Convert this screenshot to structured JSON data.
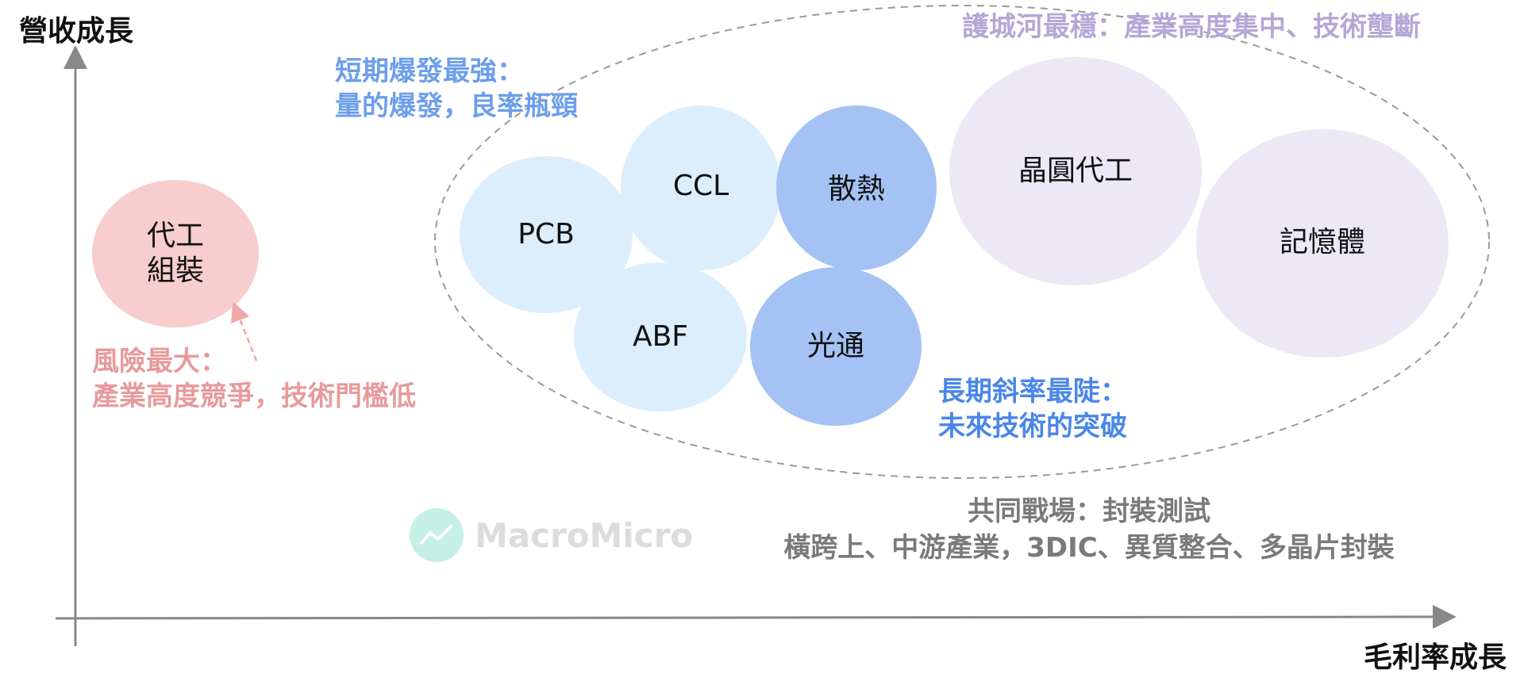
{
  "axes": {
    "y_label": "營收成長",
    "x_label": "毛利率成長"
  },
  "notes": {
    "moat": "護城河最穩：產業高度集中、技術壟斷",
    "short_term_line1": "短期爆發最強：",
    "short_term_line2": "量的爆發，良率瓶頸",
    "risk_line1": "風險最大：",
    "risk_line2": "產業高度競爭，技術門檻低",
    "long_term_line1": "長期斜率最陡：",
    "long_term_line2": "未來技術的突破"
  },
  "bubbles": {
    "oem_line1": "代工",
    "oem_line2": "組裝",
    "pcb": "PCB",
    "ccl": "CCL",
    "abf": "ABF",
    "thermal": "散熱",
    "optical": "光通",
    "foundry": "晶圓代工",
    "memory": "記憶體"
  },
  "arena": {
    "line1": "共同戰場：封裝測試",
    "line2": "橫跨上、中游產業，3DIC、異質整合、多晶片封裝"
  },
  "watermark": {
    "brand": "MacroMicro"
  },
  "colors": {
    "risk": "#f4c7c7",
    "risk_text": "#e79a9a",
    "light_blue": "#dceefb",
    "mid_blue": "#a4c2f4",
    "lavender": "#ece8f6",
    "blue_text": "#4a86e8",
    "lavender_text": "#b4a7d6",
    "gray_text": "#7a7a7a",
    "axis": "#888888"
  }
}
